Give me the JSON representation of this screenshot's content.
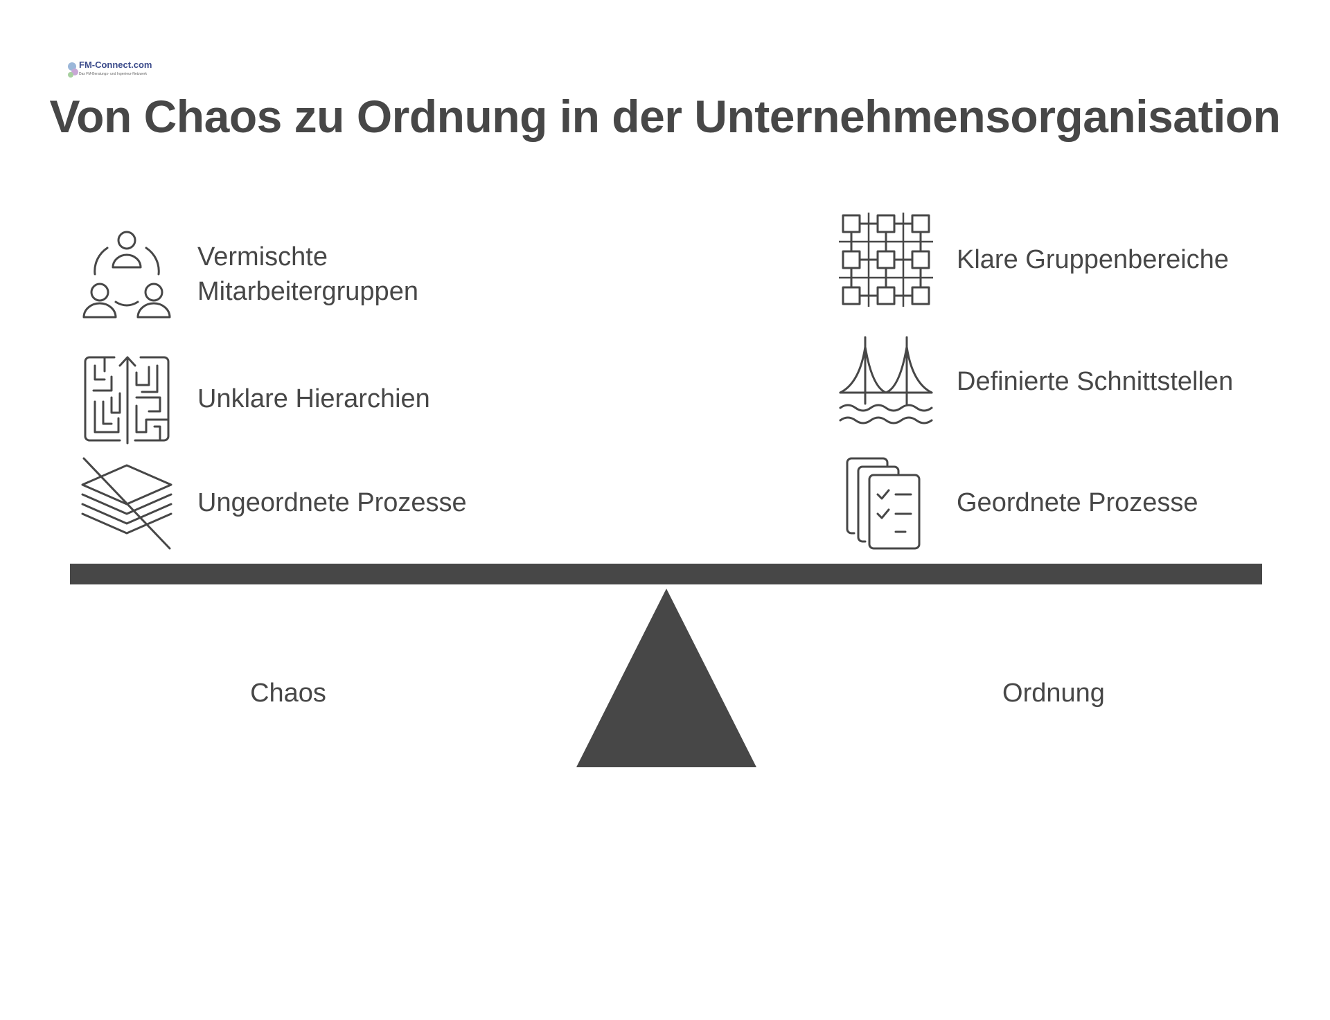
{
  "logo": {
    "text": "FM-Connect.com",
    "tagline": "Das FM-Beratungs- und Ingenieur-Netzwerk"
  },
  "title": "Von Chaos zu Ordnung in der Unternehmensorganisation",
  "left": {
    "label": "Chaos",
    "items": [
      {
        "icon": "people-group-icon",
        "label": "Vermischte Mitarbeitergruppen"
      },
      {
        "icon": "maze-icon",
        "label": "Unklare Hierarchien"
      },
      {
        "icon": "crossed-layers-icon",
        "label": "Ungeordnete Prozesse"
      }
    ]
  },
  "right": {
    "label": "Ordnung",
    "items": [
      {
        "icon": "grid-icon",
        "label": "Klare Gruppenbereiche"
      },
      {
        "icon": "bridge-icon",
        "label": "Definierte Schnittstellen"
      },
      {
        "icon": "checklist-documents-icon",
        "label": "Geordnete Prozesse"
      }
    ]
  },
  "colors": {
    "primary": "#474747",
    "background": "#ffffff"
  }
}
